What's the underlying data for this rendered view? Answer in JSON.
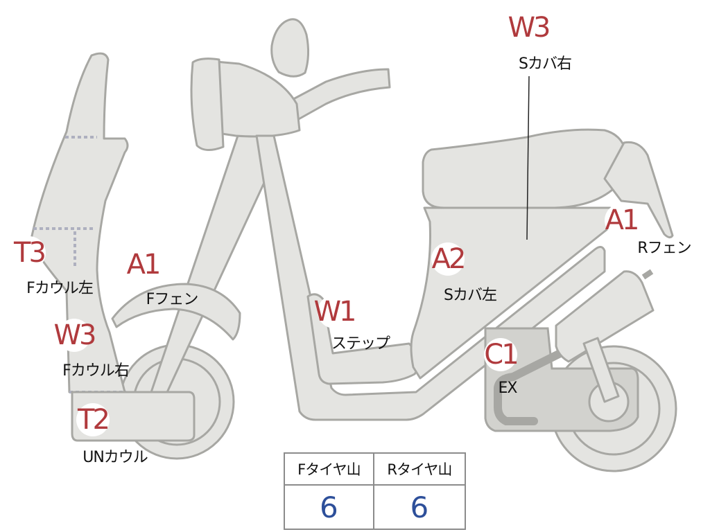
{
  "callouts": [
    {
      "id": "t3",
      "code": "T3",
      "label": "Fカウル左"
    },
    {
      "id": "w3a",
      "code": "W3",
      "label": "Fカウル右"
    },
    {
      "id": "t2",
      "code": "T2",
      "label": "UNカウル"
    },
    {
      "id": "a1a",
      "code": "A1",
      "label": "Fフェン"
    },
    {
      "id": "w1",
      "code": "W1",
      "label": "ステップ"
    },
    {
      "id": "a2",
      "code": "A2",
      "label": "Sカバ左"
    },
    {
      "id": "w3b",
      "code": "W3",
      "label": "Sカバ右"
    },
    {
      "id": "a1b",
      "code": "A1",
      "label": "Rフェン"
    },
    {
      "id": "c1",
      "code": "C1",
      "label": "EX"
    }
  ],
  "tire_table": {
    "headers": [
      "Fタイヤ山",
      "Rタイヤ山"
    ],
    "values": [
      "6",
      "6"
    ]
  },
  "colors": {
    "part_fill": "#e4e4e1",
    "part_outline": "#a7a7a3",
    "code_text": "#b03a3d",
    "value_text": "#2d4f9a",
    "dotted_seam": "#aeb0bf"
  }
}
